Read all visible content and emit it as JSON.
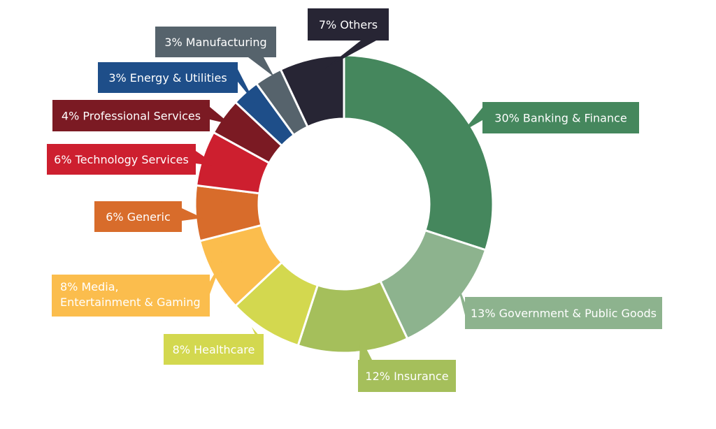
{
  "chart_data": {
    "type": "pie",
    "variant": "donut",
    "start": "top",
    "direction": "clockwise",
    "slices": [
      {
        "name": "Banking & Finance",
        "value": 30,
        "label": "30% Banking & Finance",
        "color": "#45875d"
      },
      {
        "name": "Government & Public Goods",
        "value": 13,
        "label": "13% Government & Public Goods",
        "color": "#8db38e"
      },
      {
        "name": "Insurance",
        "value": 12,
        "label": "12% Insurance",
        "color": "#a5bf5b"
      },
      {
        "name": "Healthcare",
        "value": 8,
        "label": "8% Healthcare",
        "color": "#d3d84f"
      },
      {
        "name": "Media, Entertainment & Gaming",
        "value": 8,
        "label": [
          "8% Media,",
          "Entertainment & Gaming"
        ],
        "color": "#fbbd4d"
      },
      {
        "name": "Generic",
        "value": 6,
        "label": "6% Generic",
        "color": "#d86c2b"
      },
      {
        "name": "Technology Services",
        "value": 6,
        "label": "6% Technology Services",
        "color": "#cd1f2f"
      },
      {
        "name": "Professional Services",
        "value": 4,
        "label": "4% Professional Services",
        "color": "#7b1a23"
      },
      {
        "name": "Energy & Utilities",
        "value": 3,
        "label": "3% Energy & Utilities",
        "color": "#1e4e89"
      },
      {
        "name": "Manufacturing",
        "value": 3,
        "label": "3% Manufacturing",
        "color": "#56636c"
      },
      {
        "name": "Others",
        "value": 7,
        "label": "7% Others",
        "color": "#272534"
      }
    ]
  }
}
